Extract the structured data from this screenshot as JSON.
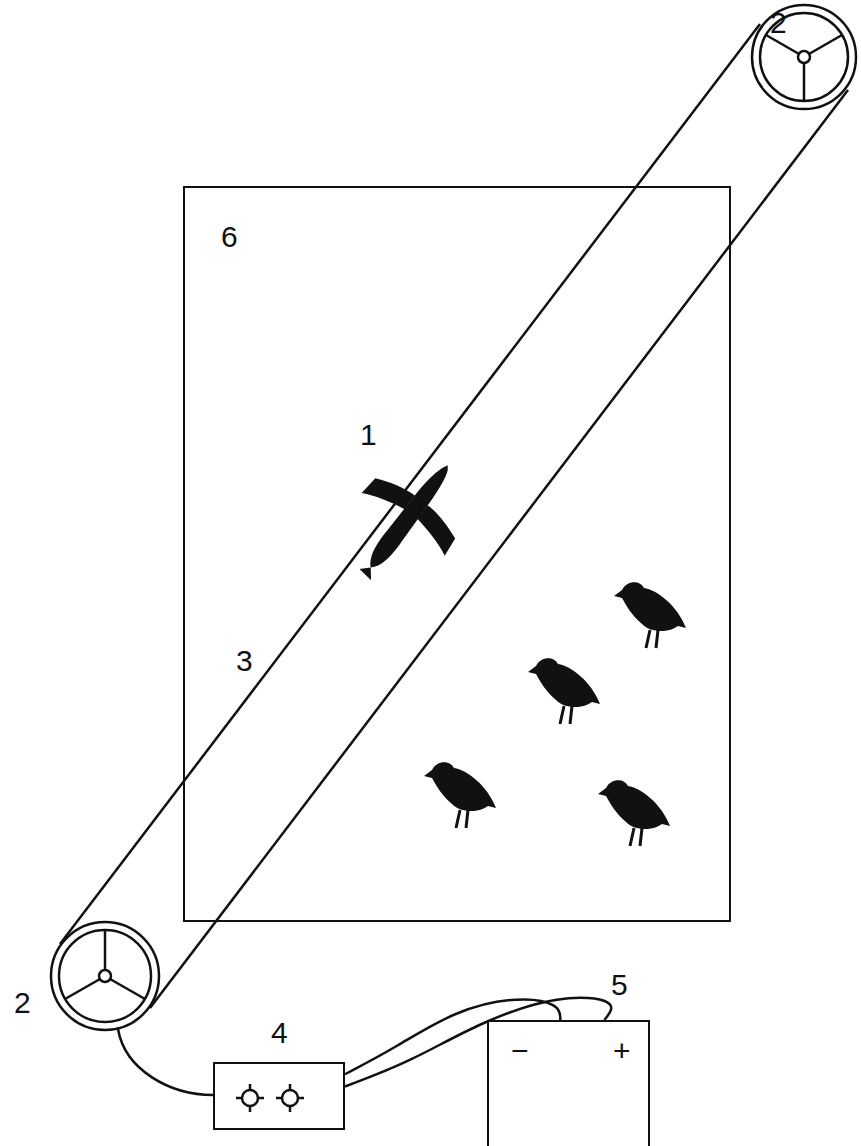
{
  "diagram": {
    "nodes": [
      {
        "text": [
          "6"
        ]
      },
      {
        "text": [
          "4"
        ]
      },
      {
        "text": [
          "5",
          "−",
          "+"
        ]
      }
    ],
    "edges": [
      {
        "from": 1,
        "to": 2,
        "arrow": "none"
      },
      {
        "from": 1,
        "to": 2,
        "arrow": "none"
      }
    ],
    "labels": [
      "2",
      "1",
      "3",
      "2"
    ]
  }
}
